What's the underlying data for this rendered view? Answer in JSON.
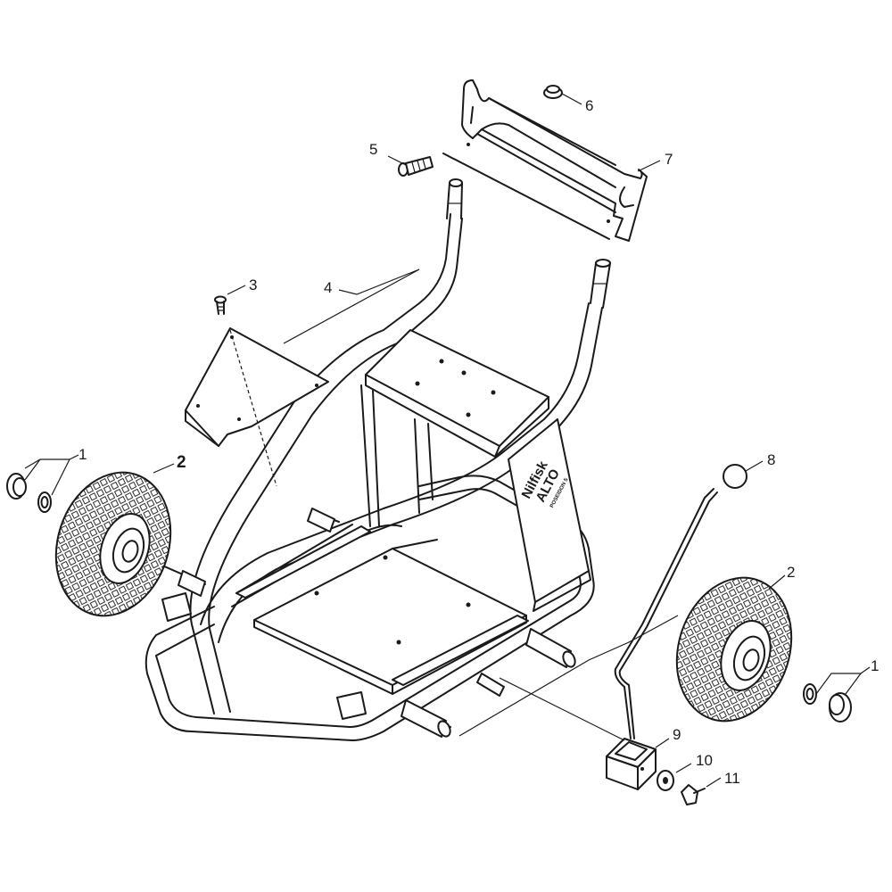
{
  "diagram": {
    "callouts": [
      {
        "id": "c1-left",
        "label": "1"
      },
      {
        "id": "c2-left",
        "label": "2"
      },
      {
        "id": "c3",
        "label": "3"
      },
      {
        "id": "c4",
        "label": "4"
      },
      {
        "id": "c5",
        "label": "5"
      },
      {
        "id": "c6",
        "label": "6"
      },
      {
        "id": "c7",
        "label": "7"
      },
      {
        "id": "c8",
        "label": "8"
      },
      {
        "id": "c2-right",
        "label": "2"
      },
      {
        "id": "c1-right",
        "label": "1"
      },
      {
        "id": "c9",
        "label": "9"
      },
      {
        "id": "c10",
        "label": "10"
      },
      {
        "id": "c11",
        "label": "11"
      }
    ],
    "logo": {
      "line1": "Nilfisk",
      "line2": "ALTO",
      "line3": "POSEIDON 5"
    }
  }
}
